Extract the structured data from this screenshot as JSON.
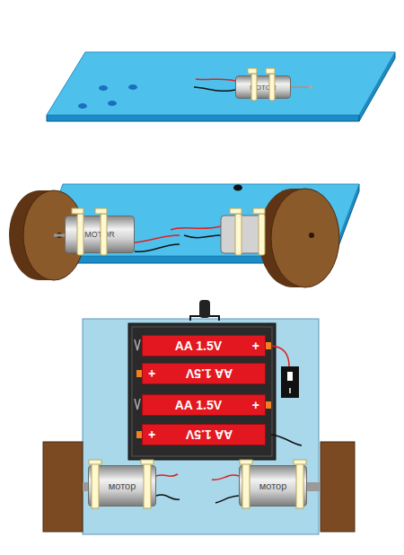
{
  "diagram": {
    "nodes": [
      {
        "text": [
          "MOTOR"
        ]
      },
      {
        "text": [
          "MOTOR"
        ]
      },
      {
        "text": [
          "AA 1.5V",
          "+"
        ]
      },
      {
        "text": [
          "AA 1.5V",
          "+"
        ]
      },
      {
        "text": [
          "AA 1.5V",
          "+"
        ]
      },
      {
        "text": [
          "AA 1.5V",
          "+"
        ]
      },
      {
        "text": [
          "мотор"
        ]
      },
      {
        "text": [
          "мотор"
        ]
      }
    ]
  }
}
